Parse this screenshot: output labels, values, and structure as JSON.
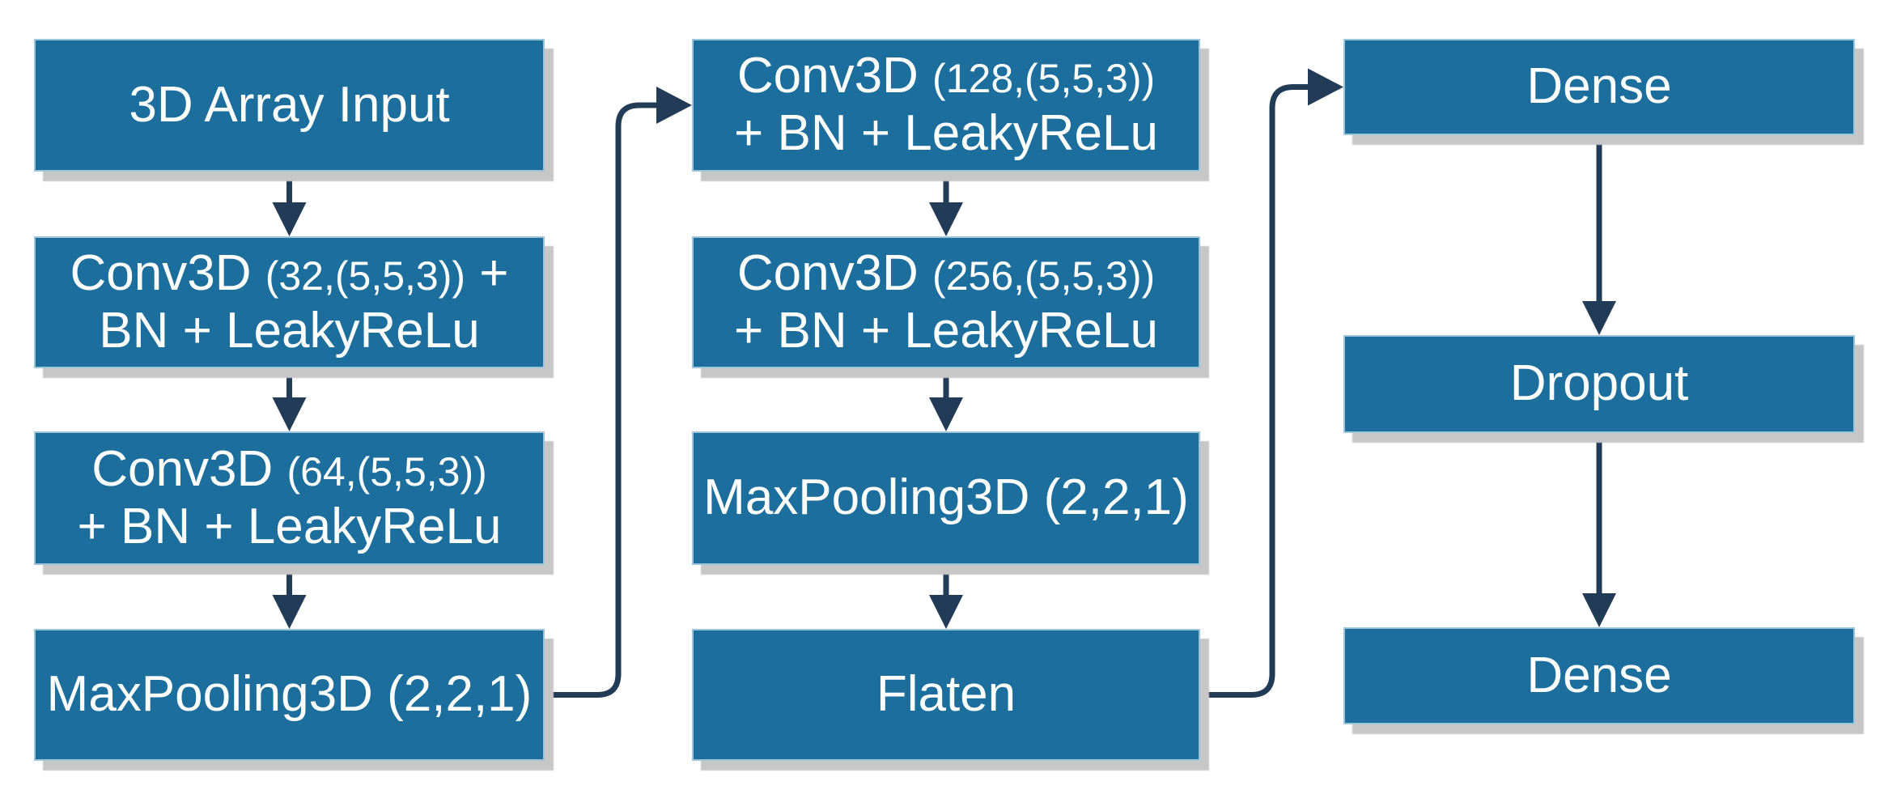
{
  "title": "3D CNN architecture flow diagram",
  "colors": {
    "box_fill": "#1C6E9C",
    "box_border": "#9CC4DB",
    "box_shadow": "#C7C7C7",
    "arrow": "#223C57",
    "text": "#FFFFFF",
    "background": "#FFFFFF"
  },
  "nodes": [
    {
      "id": "input",
      "label": "3D Array Input",
      "lines": [
        [
          {
            "text": "3D Array Input",
            "size": "lg"
          }
        ]
      ]
    },
    {
      "id": "conv32",
      "label": "Conv3D (32,(5,5,3)) + BN + LeakyReLu",
      "lines": [
        [
          {
            "text": "Conv3D ",
            "size": "lg"
          },
          {
            "text": "(32,(5,5,3))",
            "size": "sm"
          },
          {
            "text": " +",
            "size": "lg"
          }
        ],
        [
          {
            "text": "BN + LeakyReLu",
            "size": "lg"
          }
        ]
      ]
    },
    {
      "id": "conv64",
      "label": "Conv3D (64,(5,5,3)) + BN + LeakyReLu",
      "lines": [
        [
          {
            "text": "Conv3D ",
            "size": "lg"
          },
          {
            "text": "(64,(5,5,3))",
            "size": "sm"
          }
        ],
        [
          {
            "text": "+ BN + LeakyReLu",
            "size": "lg"
          }
        ]
      ]
    },
    {
      "id": "maxpool1",
      "label": "MaxPooling3D (2,2,1)",
      "lines": [
        [
          {
            "text": "MaxPooling3D (2,2,1)",
            "size": "lg"
          }
        ]
      ]
    },
    {
      "id": "conv128",
      "label": "Conv3D (128,(5,5,3)) + BN + LeakyReLu",
      "lines": [
        [
          {
            "text": "Conv3D ",
            "size": "lg"
          },
          {
            "text": "(128,(5,5,3))",
            "size": "sm"
          }
        ],
        [
          {
            "text": "+ BN + LeakyReLu",
            "size": "lg"
          }
        ]
      ]
    },
    {
      "id": "conv256",
      "label": "Conv3D (256,(5,5,3)) + BN + LeakyReLu",
      "lines": [
        [
          {
            "text": "Conv3D ",
            "size": "lg"
          },
          {
            "text": "(256,(5,5,3))",
            "size": "sm"
          }
        ],
        [
          {
            "text": "+ BN + LeakyReLu",
            "size": "lg"
          }
        ]
      ]
    },
    {
      "id": "maxpool2",
      "label": "MaxPooling3D (2,2,1)",
      "lines": [
        [
          {
            "text": "MaxPooling3D (2,2,1)",
            "size": "lg"
          }
        ]
      ]
    },
    {
      "id": "flatten",
      "label": "Flaten",
      "lines": [
        [
          {
            "text": "Flaten",
            "size": "lg"
          }
        ]
      ]
    },
    {
      "id": "dense1",
      "label": "Dense",
      "lines": [
        [
          {
            "text": "Dense",
            "size": "lg"
          }
        ]
      ]
    },
    {
      "id": "dropout",
      "label": "Dropout",
      "lines": [
        [
          {
            "text": "Dropout",
            "size": "lg"
          }
        ]
      ]
    },
    {
      "id": "dense2",
      "label": "Dense",
      "lines": [
        [
          {
            "text": "Dense",
            "size": "lg"
          }
        ]
      ]
    }
  ],
  "edges": [
    {
      "from": "input",
      "to": "conv32",
      "type": "down"
    },
    {
      "from": "conv32",
      "to": "conv64",
      "type": "down"
    },
    {
      "from": "conv64",
      "to": "maxpool1",
      "type": "down"
    },
    {
      "from": "maxpool1",
      "to": "conv128",
      "type": "elbow"
    },
    {
      "from": "conv128",
      "to": "conv256",
      "type": "down"
    },
    {
      "from": "conv256",
      "to": "maxpool2",
      "type": "down"
    },
    {
      "from": "maxpool2",
      "to": "flatten",
      "type": "down"
    },
    {
      "from": "flatten",
      "to": "dense1",
      "type": "elbow"
    },
    {
      "from": "dense1",
      "to": "dropout",
      "type": "down"
    },
    {
      "from": "dropout",
      "to": "dense2",
      "type": "down"
    }
  ]
}
